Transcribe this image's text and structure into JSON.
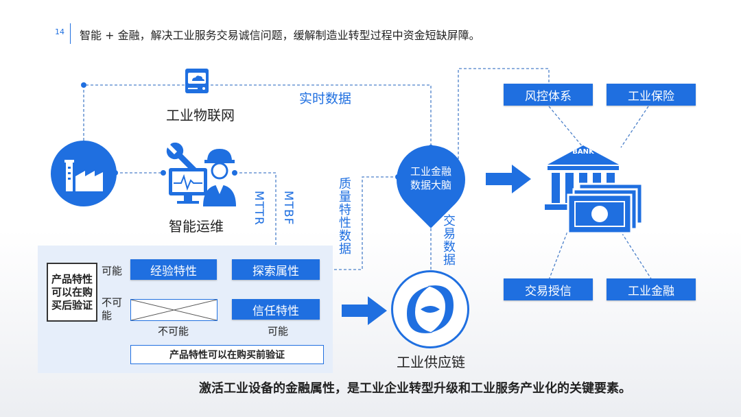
{
  "header": {
    "page_number": "14",
    "title": "智能 + 金融，解决工业服务交易诚信问题，缓解制造业转型过程中资金短缺屏障。"
  },
  "diagram": {
    "iot_label": "工业物联网",
    "realtime_data_label": "实时数据",
    "maintenance_label": "智能运维",
    "mttr_label": "MTTR",
    "mtbf_label": "MTBF",
    "quality_data_label": "质量特性数据",
    "brain_label_line1": "工业金融",
    "brain_label_line2": "数据大脑",
    "transaction_data_label": "交易数据",
    "supply_chain_label": "工业供应链",
    "bank_text": "BANK",
    "services": {
      "risk_control": "风控体系",
      "industrial_insurance": "工业保险",
      "transaction_credit": "交易授信",
      "industrial_finance": "工业金融"
    },
    "matrix": {
      "row_label": "产品特性可以在购买后验证",
      "possible": "可能",
      "impossible": "不可能",
      "experience": "经验特性",
      "search": "探索属性",
      "trust": "信任特性",
      "col_impossible": "不可能",
      "col_possible": "可能",
      "tested_before": "产品特性可以在购买前验证"
    }
  },
  "footer": {
    "conclusion": "激活工业设备的金融属性，是工业企业转型升级和工业服务产业化的关键要素。"
  },
  "colors": {
    "accent": "#1f6fe0"
  }
}
